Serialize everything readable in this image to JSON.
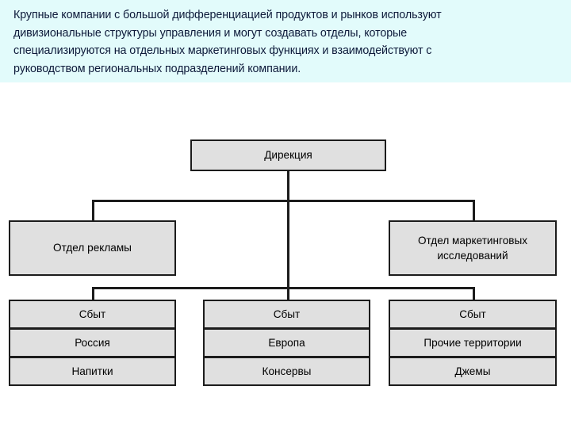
{
  "header": {
    "text": "Крупные компании с большой дифференциацией продуктов и рынков используют\nдивизиональные структуры управления и могут создавать отделы, которые\nспециализируются на отдельных  маркетинговых функциях и  взаимодействуют с\nруководством  региональных подразделений компании.",
    "background_color": "#e2fbfb",
    "text_color": "#0d1a3a"
  },
  "chart_data": {
    "type": "diagram",
    "diagram_kind": "organizational-chart",
    "node_fill_color": "#e0e0e0",
    "node_border_color": "#1c1c1c",
    "levels": [
      {
        "level": 1,
        "nodes": [
          {
            "id": "direction",
            "label": "Дирекция"
          }
        ]
      },
      {
        "level": 2,
        "nodes": [
          {
            "id": "advertising-department",
            "label": "Отдел рекламы"
          },
          {
            "id": "marketing-research-department",
            "label": "Отдел маркетинговых исследований"
          }
        ]
      },
      {
        "level": 3,
        "columns": [
          {
            "id": "sales-russia",
            "cells": [
              {
                "id": "sales-russia-title",
                "label": "Сбыт"
              },
              {
                "id": "sales-russia-region",
                "label": "Россия"
              },
              {
                "id": "sales-russia-product",
                "label": "Напитки"
              }
            ]
          },
          {
            "id": "sales-europe",
            "cells": [
              {
                "id": "sales-europe-title",
                "label": "Сбыт"
              },
              {
                "id": "sales-europe-region",
                "label": "Европа"
              },
              {
                "id": "sales-europe-product",
                "label": "Консервы"
              }
            ]
          },
          {
            "id": "sales-other",
            "cells": [
              {
                "id": "sales-other-title",
                "label": "Сбыт"
              },
              {
                "id": "sales-other-region",
                "label": "Прочие территории"
              },
              {
                "id": "sales-other-product",
                "label": "Джемы"
              }
            ]
          }
        ]
      }
    ]
  }
}
